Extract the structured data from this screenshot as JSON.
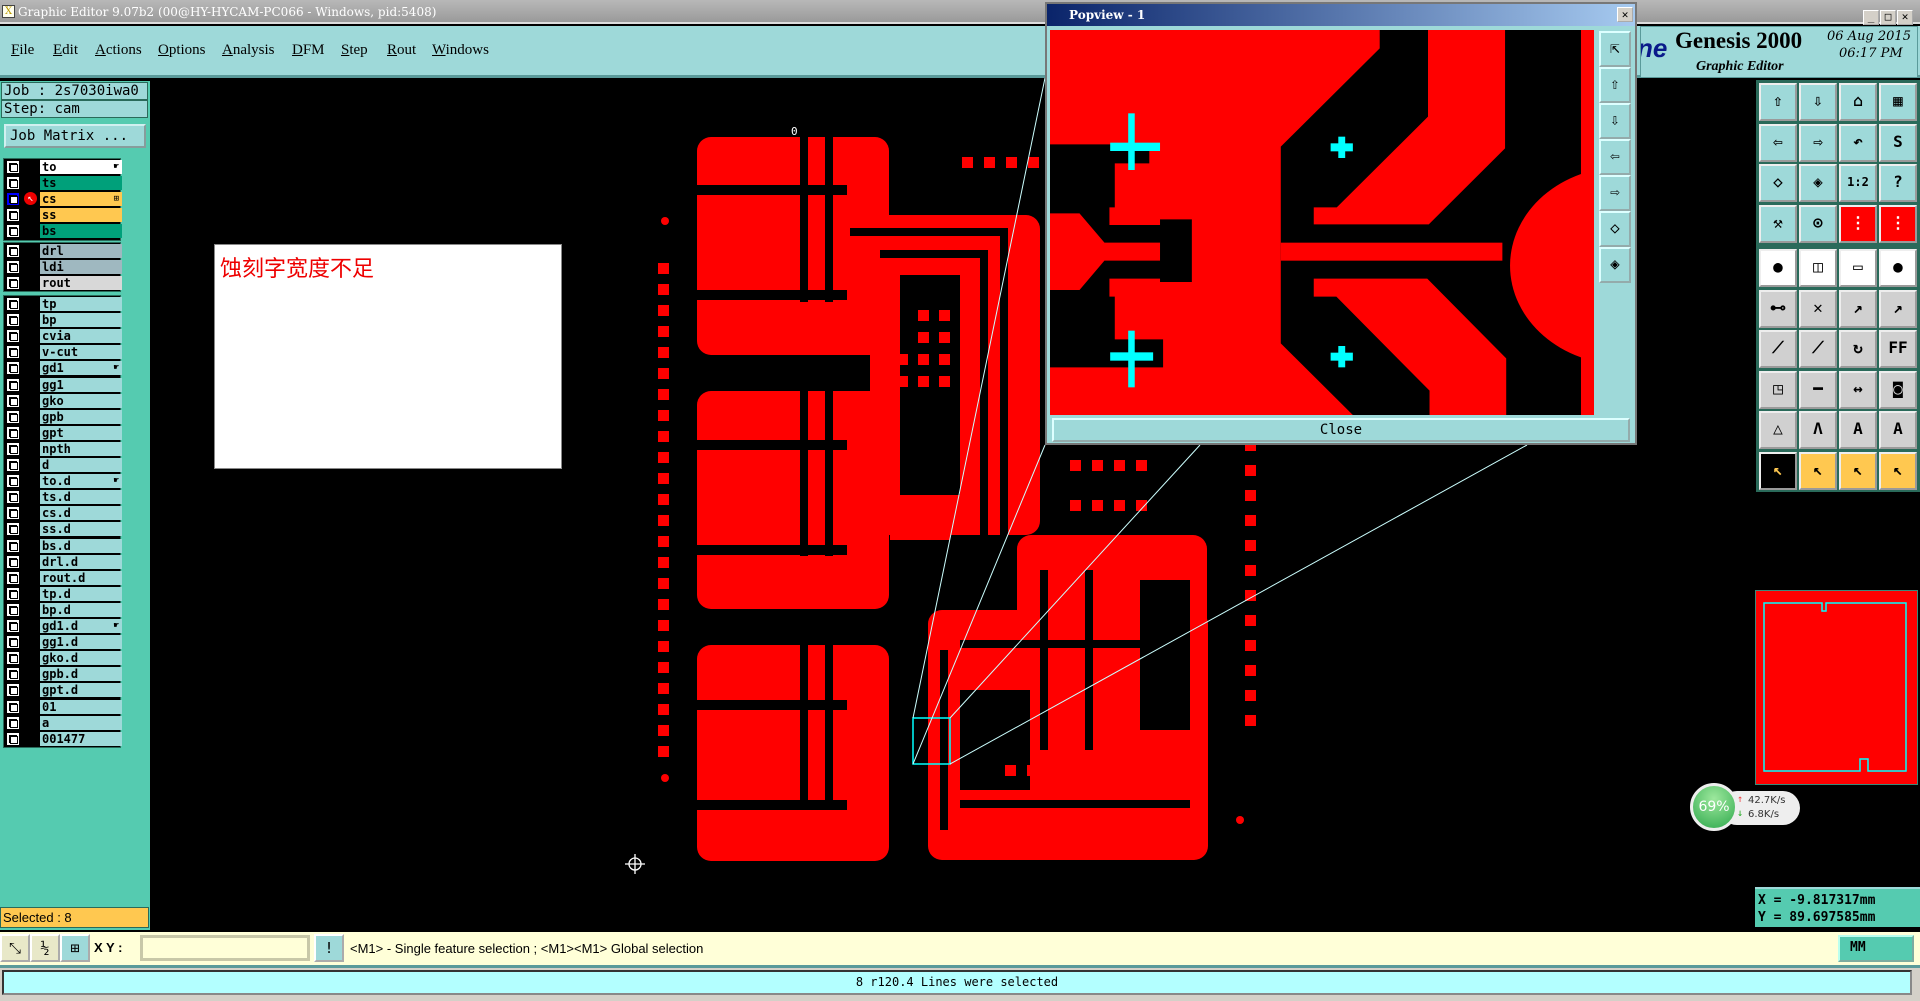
{
  "window": {
    "title": "Graphic Editor 9.07b2 (00@HY-HYCAM-PC066 - Windows, pid:5408)"
  },
  "menu": [
    "File",
    "Edit",
    "Actions",
    "Options",
    "Analysis",
    "DFM",
    "Step",
    "Rout",
    "Windows"
  ],
  "job": {
    "job": "Job : 2s7030iwa0",
    "step": "Step: cam",
    "matrix_button": "Job Matrix ..."
  },
  "layers": {
    "group1": [
      {
        "name": "to",
        "color": "#ffffff",
        "mark": "☛"
      },
      {
        "name": "ts",
        "color": "#00a07a"
      },
      {
        "name": "cs",
        "color": "#ffc850",
        "mark": "⊞",
        "active": true
      },
      {
        "name": "ss",
        "color": "#ffc850"
      },
      {
        "name": "bs",
        "color": "#00a07a"
      }
    ],
    "group2": [
      {
        "name": "drl",
        "color": "#9fb8c0"
      },
      {
        "name": "ldi",
        "color": "#9fb8c0"
      },
      {
        "name": "rout",
        "color": "#d8d8d8"
      }
    ],
    "group3": [
      {
        "name": "tp"
      },
      {
        "name": "bp"
      },
      {
        "name": "cvia"
      },
      {
        "name": "v-cut"
      },
      {
        "name": "gd1",
        "mark": "☛"
      },
      {
        "name": "gg1"
      },
      {
        "name": "gko"
      },
      {
        "name": "gpb"
      },
      {
        "name": "gpt"
      },
      {
        "name": "npth"
      },
      {
        "name": "d"
      },
      {
        "name": "to.d",
        "mark": "☛"
      },
      {
        "name": "ts.d"
      },
      {
        "name": "cs.d"
      },
      {
        "name": "ss.d"
      },
      {
        "name": "bs.d"
      },
      {
        "name": "drl.d"
      },
      {
        "name": "rout.d"
      },
      {
        "name": "tp.d"
      },
      {
        "name": "bp.d"
      },
      {
        "name": "gd1.d",
        "mark": "☛"
      },
      {
        "name": "gg1.d"
      },
      {
        "name": "gko.d"
      },
      {
        "name": "gpb.d"
      },
      {
        "name": "gpt.d"
      },
      {
        "name": "01"
      },
      {
        "name": "a"
      },
      {
        "name": "001477"
      }
    ]
  },
  "selected": "Selected : 8",
  "canvas": {
    "origin_label": "0",
    "note": "蚀刻字宽度不足",
    "copper_color": "#ff0000",
    "highlight_color": "#00ffff"
  },
  "popview": {
    "title": "Popview - 1",
    "close": "Close",
    "side_buttons": [
      "zoom-home-icon",
      "pan-up-icon",
      "pan-down-icon",
      "pan-left-icon",
      "pan-right-icon",
      "zoom-out-icon",
      "zoom-in-icon"
    ]
  },
  "logo": {
    "brand": "Genesis 2000",
    "subtitle": "Graphic Editor",
    "date": "06 Aug 2015",
    "time": "06:17 PM",
    "partial": "ne"
  },
  "toolbar": [
    {
      "icon": "pan-up-icon",
      "g": "⇧",
      "bg": "#9ed9d9"
    },
    {
      "icon": "pan-down-icon",
      "g": "⇩",
      "bg": "#9ed9d9"
    },
    {
      "icon": "home-icon",
      "g": "⌂",
      "bg": "#9ed9d9"
    },
    {
      "icon": "xy-window-icon",
      "g": "▦",
      "bg": "#9ed9d9"
    },
    {
      "icon": "pan-left-icon",
      "g": "⇦",
      "bg": "#9ed9d9"
    },
    {
      "icon": "pan-right-icon",
      "g": "⇨",
      "bg": "#9ed9d9"
    },
    {
      "icon": "undo-zoom-icon",
      "g": "↶",
      "bg": "#9ed9d9"
    },
    {
      "icon": "snake-icon",
      "g": "S",
      "bg": "#9ed9d9"
    },
    {
      "icon": "zoom-out-icon",
      "g": "◇",
      "bg": "#9ed9d9"
    },
    {
      "icon": "zoom-in-icon",
      "g": "◈",
      "bg": "#9ed9d9"
    },
    {
      "icon": "one-to-one-icon",
      "g": "1:2",
      "bg": "#9ed9d9"
    },
    {
      "icon": "help-icon",
      "g": "?",
      "bg": "#9ed9d9"
    },
    {
      "icon": "tools-icon",
      "g": "⚒",
      "bg": "#9ed9d9"
    },
    {
      "icon": "snap-icon",
      "g": "⊙",
      "bg": "#9ed9d9"
    },
    {
      "icon": "netlist-icon",
      "g": "⋮",
      "bg": "#ff0000"
    },
    {
      "icon": "netlist-compare-icon",
      "g": "⋮",
      "bg": "#ff0000"
    },
    {
      "icon": "pad-move-icon",
      "g": "●",
      "bg": "#ffffff"
    },
    {
      "icon": "copy-icon",
      "g": "◫",
      "bg": "#ffffff"
    },
    {
      "icon": "measure-icon",
      "g": "▭",
      "bg": "#ffffff"
    },
    {
      "icon": "pad-icon",
      "g": "●",
      "bg": "#ffffff"
    },
    {
      "icon": "connect-icon",
      "g": "⊷",
      "bg": "#d0d0d0"
    },
    {
      "icon": "delete-icon",
      "g": "✕",
      "bg": "#d0d0d0"
    },
    {
      "icon": "move-point-icon",
      "g": "↗",
      "bg": "#d0d0d0"
    },
    {
      "icon": "move-pad-icon",
      "g": "↗",
      "bg": "#d0d0d0"
    },
    {
      "icon": "line-edit-icon",
      "g": "⟋",
      "bg": "#d0d0d0"
    },
    {
      "icon": "line-move-icon",
      "g": "⟋",
      "bg": "#d0d0d0"
    },
    {
      "icon": "rotate-icon",
      "g": "↻",
      "bg": "#d0d0d0"
    },
    {
      "icon": "mirror-icon",
      "g": "FF",
      "bg": "#d0d0d0"
    },
    {
      "icon": "resize-icon",
      "g": "◳",
      "bg": "#d0d0d0"
    },
    {
      "icon": "line-icon",
      "g": "━",
      "bg": "#d0d0d0"
    },
    {
      "icon": "spacing-icon",
      "g": "↔",
      "bg": "#d0d0d0"
    },
    {
      "icon": "merge-icon",
      "g": "◙",
      "bg": "#d0d0d0"
    },
    {
      "icon": "angle-icon",
      "g": "△",
      "bg": "#d0d0d0"
    },
    {
      "icon": "arc-icon",
      "g": "Λ",
      "bg": "#d0d0d0"
    },
    {
      "icon": "arc2-icon",
      "g": "A",
      "bg": "#d0d0d0"
    },
    {
      "icon": "arc3-icon",
      "g": "A",
      "bg": "#d0d0d0"
    },
    {
      "icon": "select-icon",
      "g": "↖",
      "bg": "#000000"
    },
    {
      "icon": "select-box-icon",
      "g": "↖",
      "bg": "#ffc850"
    },
    {
      "icon": "select-poly-icon",
      "g": "↖",
      "bg": "#ffc850"
    },
    {
      "icon": "select-net-icon",
      "g": "↖",
      "bg": "#ffc850"
    }
  ],
  "coords": {
    "x": "X = -9.817317mm",
    "y": "Y = 89.697585mm"
  },
  "bottom": {
    "xy_label": "X Y :",
    "xy_value": "",
    "hint": "<M1> - Single feature selection ; <M1><M1> Global selection",
    "units": "MM",
    "buttons": [
      "zoom-fit-icon",
      "snap-grid-icon",
      "grid-icon",
      "alert-icon"
    ]
  },
  "status": "8 r120.4 Lines were selected",
  "network": {
    "percent": "69%",
    "up": "42.7K/s",
    "down": "6.8K/s"
  }
}
